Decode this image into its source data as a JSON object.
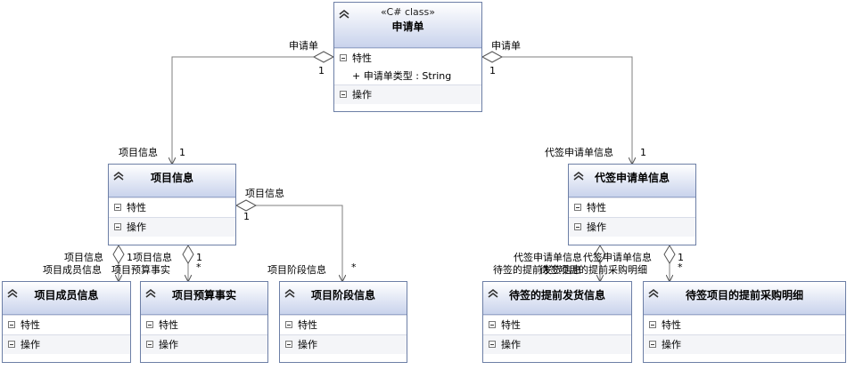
{
  "classes": {
    "application": {
      "stereotype": "«C# class»",
      "name": "申请单",
      "properties_label": "特性",
      "attribute": "+ 申请单类型 : String",
      "operations_label": "操作"
    },
    "project_info": {
      "name": "项目信息",
      "properties_label": "特性",
      "operations_label": "操作"
    },
    "proxy_info": {
      "name": "代签申请单信息",
      "properties_label": "特性",
      "operations_label": "操作"
    },
    "member_info": {
      "name": "项目成员信息",
      "properties_label": "特性",
      "operations_label": "操作"
    },
    "budget": {
      "name": "项目预算事实",
      "properties_label": "特性",
      "operations_label": "操作"
    },
    "stage_info": {
      "name": "项目阶段信息",
      "properties_label": "特性",
      "operations_label": "操作"
    },
    "shipment_info": {
      "name": "待签的提前发货信息",
      "properties_label": "特性",
      "operations_label": "操作"
    },
    "purchase_detail": {
      "name": "待签项目的提前采购明细",
      "properties_label": "特性",
      "operations_label": "操作"
    }
  },
  "associations": {
    "app_project": {
      "source_role": "申请单",
      "source_mult": "1",
      "target_role": "项目信息",
      "target_mult": "1"
    },
    "app_proxy": {
      "source_role": "申请单",
      "source_mult": "1",
      "target_role": "代签申请单信息",
      "target_mult": "1"
    },
    "project_stage": {
      "source_role": "项目信息",
      "source_mult": "1",
      "target_role": "项目阶段信息",
      "target_mult": "*"
    },
    "project_member": {
      "source_role": "项目信息",
      "source_mult": "1",
      "target_role": "项目成员信息"
    },
    "project_budget": {
      "source_role": "项目信息",
      "source_mult": "1",
      "target_role": "项目预算事实",
      "target_mult": "*"
    },
    "proxy_shipment": {
      "source_role": "代签申请单信息",
      "target_role": "待签的提前发货信息"
    },
    "proxy_purchase": {
      "source_role": "代签申请单信息",
      "source_mult": "1",
      "target_role": "待签项目的提前采购明细",
      "target_mult": "*"
    }
  },
  "colors": {
    "border": "#6d7fa6",
    "header_top": "#ffffff",
    "header_bottom": "#c9d3ec",
    "line": "#7f7f7f"
  }
}
